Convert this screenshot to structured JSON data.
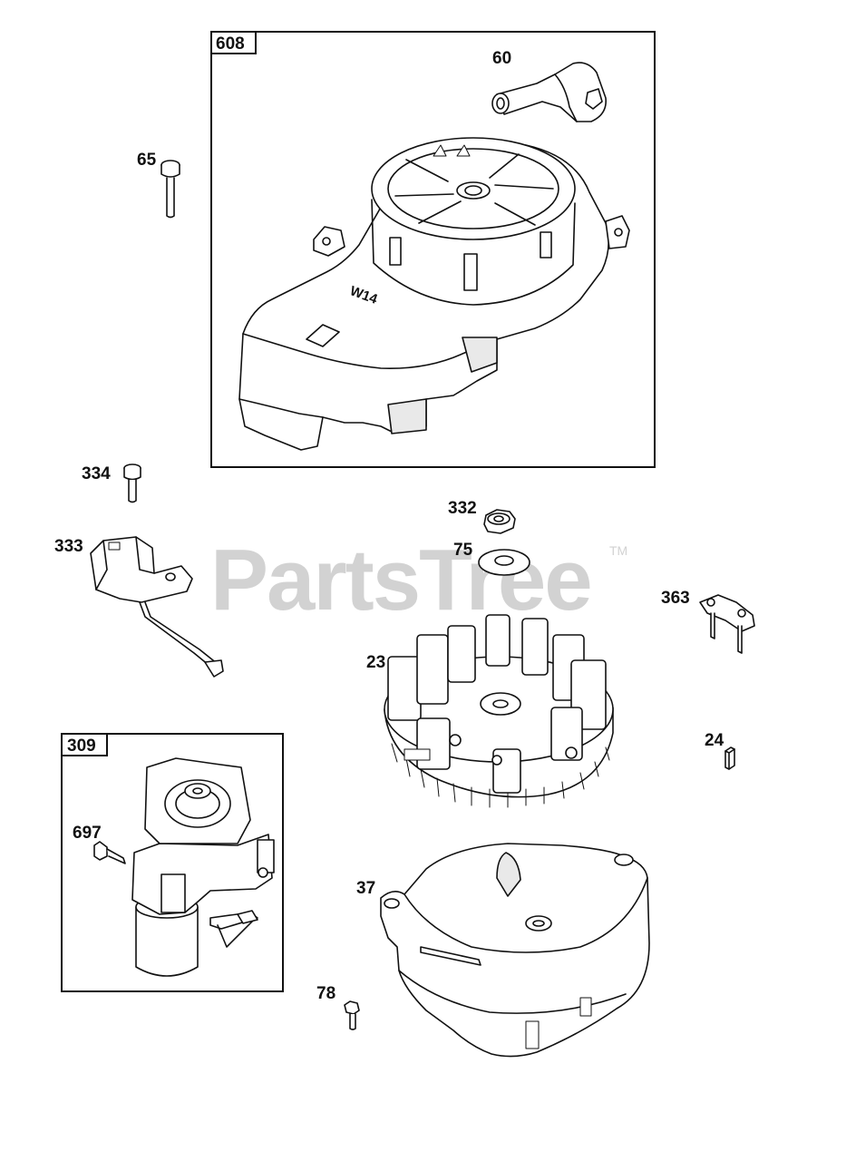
{
  "watermark": {
    "brand": "PartsTree",
    "trademark": "TM"
  },
  "boxes": [
    {
      "label": "608"
    },
    {
      "label": "309"
    }
  ],
  "callouts": {
    "c60": "60",
    "c65": "65",
    "c334": "334",
    "c333": "333",
    "c332": "332",
    "c75": "75",
    "c363": "363",
    "c23": "23",
    "c24": "24",
    "c697": "697",
    "c37": "37",
    "c78": "78"
  },
  "engraved_text": {
    "blower_housing_mark": "W14"
  }
}
